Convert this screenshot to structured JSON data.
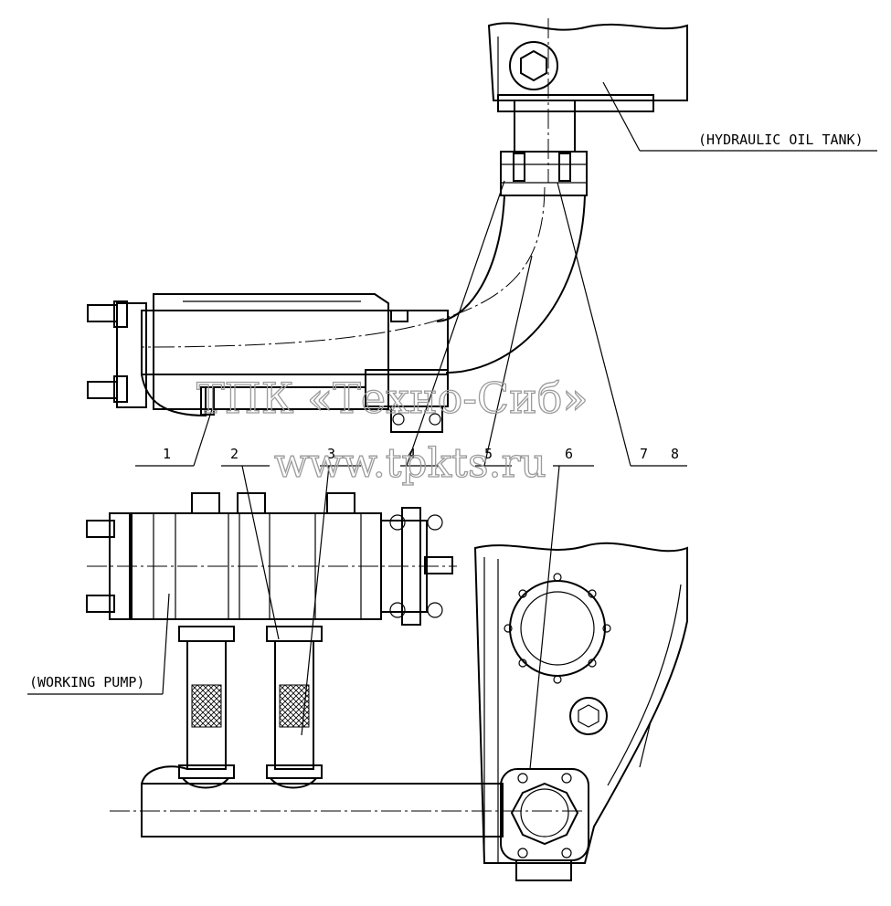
{
  "labels": {
    "tank": "(HYDRAULIC OIL TANK)",
    "pump": "(WORKING PUMP)"
  },
  "part_numbers": [
    "1",
    "2",
    "3",
    "4",
    "5",
    "6",
    "7",
    "8"
  ],
  "watermark": {
    "company": "ТПК «Техно-Сиб»",
    "site": "www.tpkts.ru"
  }
}
